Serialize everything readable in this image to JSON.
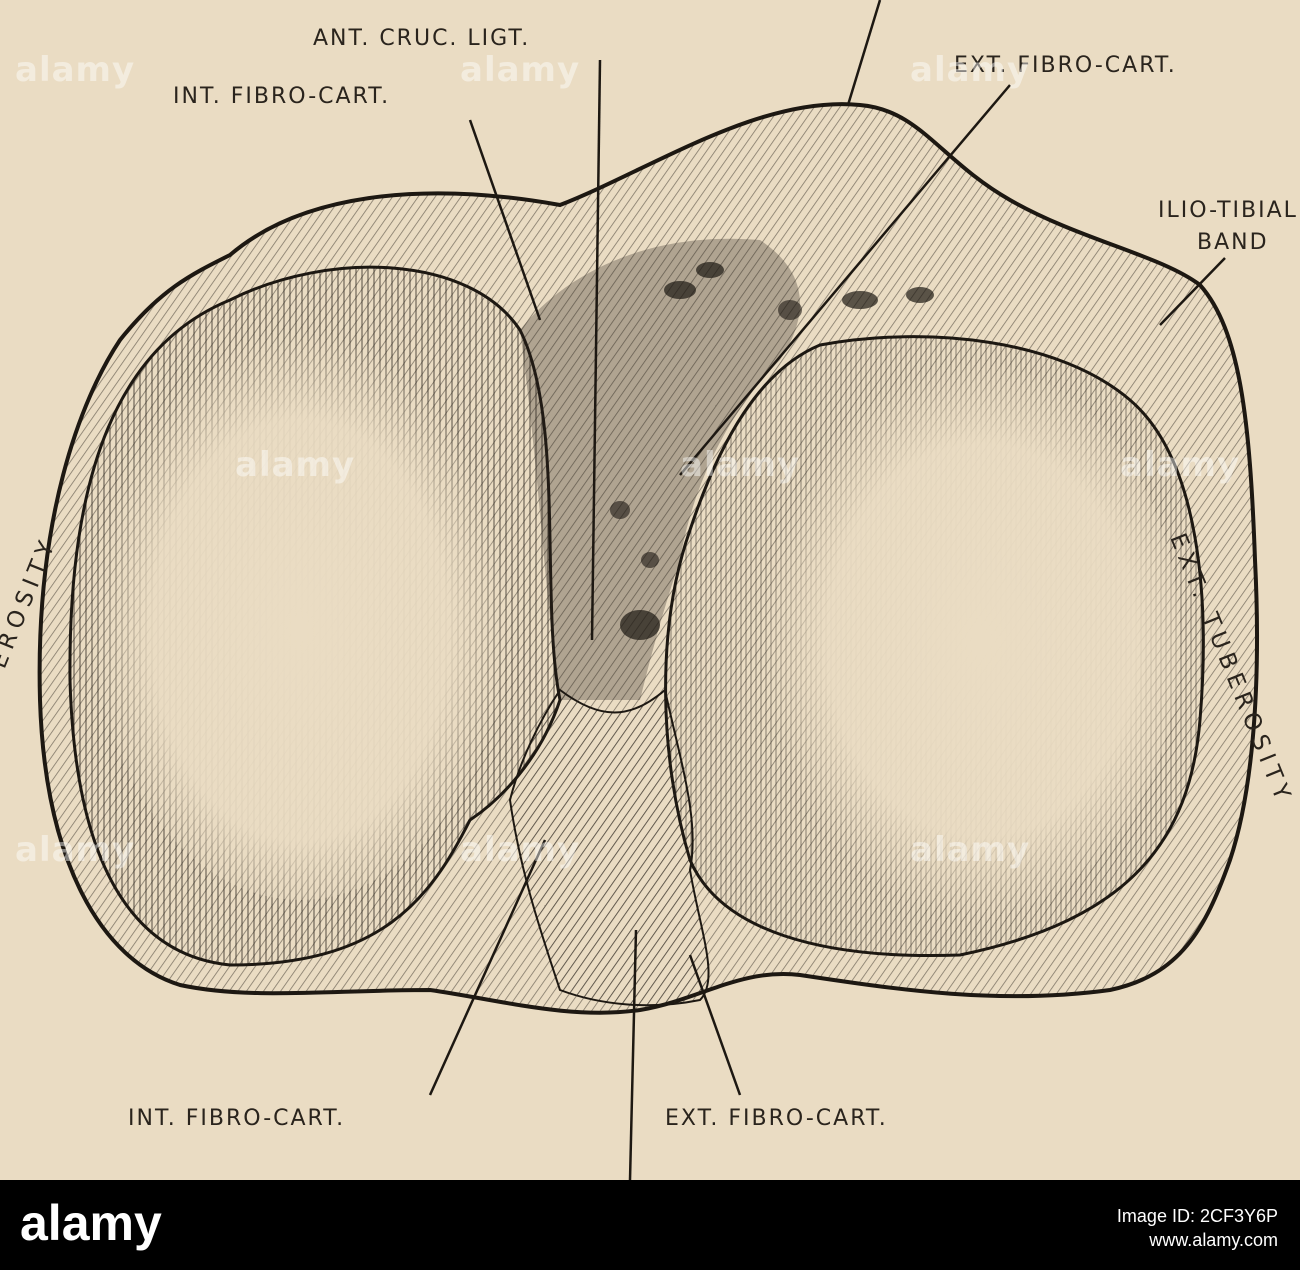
{
  "labels": {
    "ant_cruc_ligt": "ANT. CRUC. LIGT.",
    "int_fibro_cart_top": "INT. FIBRO-CART.",
    "ext_fibro_cart_top": "EXT. FIBRO-CART.",
    "ilio_tibial": "ILIO-TIBIAL",
    "band": "BAND",
    "int_fibro_cart_bottom": "INT. FIBRO-CART.",
    "ext_fibro_cart_bottom": "EXT. FIBRO-CART.",
    "int_tuberosity": "INT. TUBEROSITY",
    "ext_tuberosity": "EXT. TUBEROSITY"
  },
  "watermark": "alamy",
  "footer": {
    "logo": "alamy",
    "image_id_label": "Image ID: 2CF3Y6P",
    "site": "www.alamy.com"
  },
  "colors": {
    "paper": "#eadcc3",
    "ink": "#2a241d",
    "footer": "#000000"
  }
}
